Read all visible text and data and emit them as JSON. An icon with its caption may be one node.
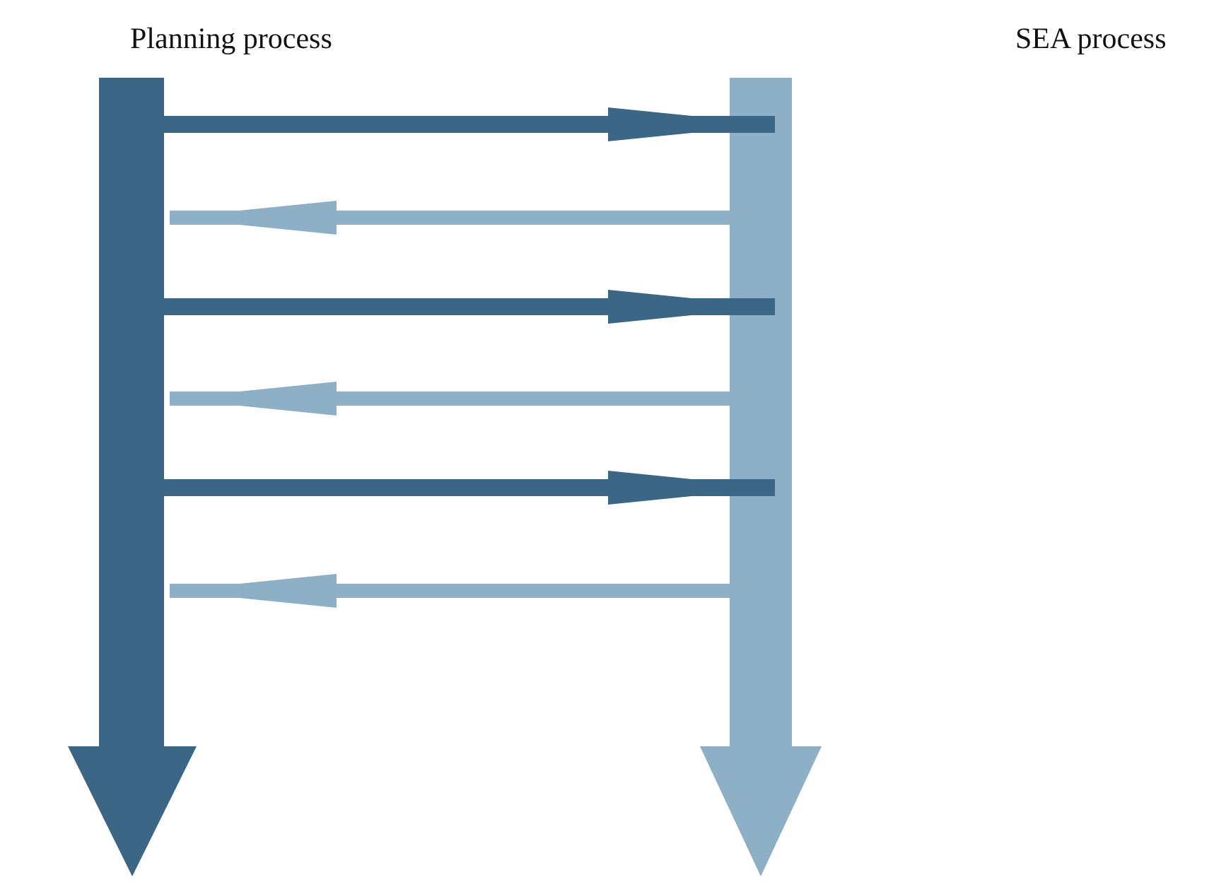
{
  "diagram": {
    "nodes": [
      {
        "text": [
          "Planning process"
        ]
      },
      {
        "text": [],
        "shape": "arrow"
      }
    ],
    "labels": [
      "SEA process"
    ],
    "edges": [
      {
        "from": 0,
        "to": 1,
        "arrow": "to",
        "color": "#3b6686"
      },
      {
        "from": 1,
        "to": 0,
        "arrow": "to",
        "color": "#8eb0c6"
      },
      {
        "from": 0,
        "to": 1,
        "arrow": "to",
        "color": "#3b6686"
      },
      {
        "from": 1,
        "to": 0,
        "arrow": "to",
        "color": "#8eb0c6"
      },
      {
        "from": 0,
        "to": 1,
        "arrow": "to",
        "color": "#3b6686"
      },
      {
        "from": 1,
        "to": 0,
        "arrow": "to",
        "color": "#8eb0c6"
      }
    ]
  }
}
